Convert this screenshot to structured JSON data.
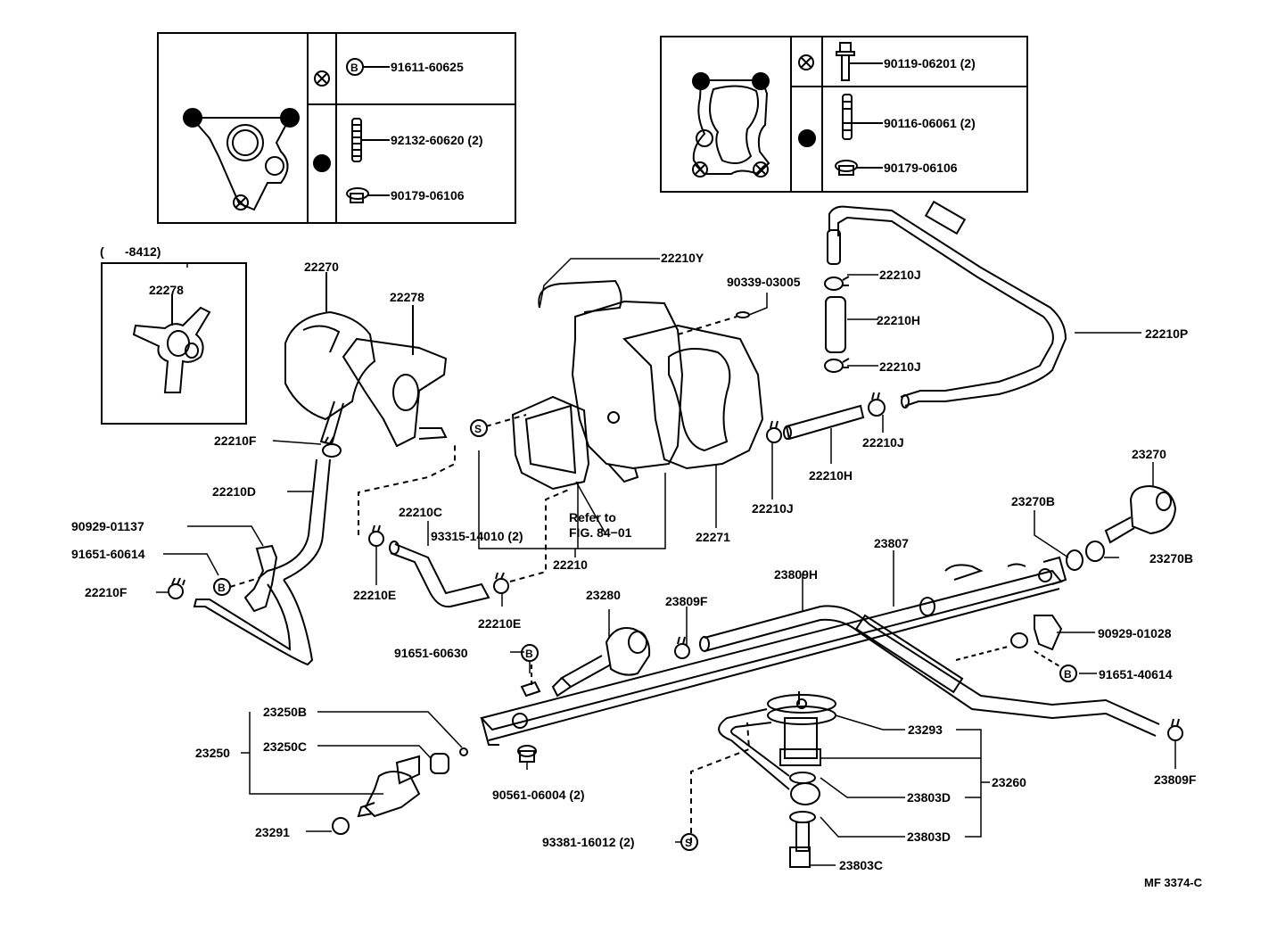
{
  "diagram": {
    "title_code": "MF 3374-C",
    "colors": {
      "ink": "#000000",
      "background": "#ffffff"
    },
    "inset_left": {
      "symbols": [
        "cross-circle",
        "filled-dot"
      ],
      "rows": [
        {
          "symbol": "cross-circle",
          "parts": [
            {
              "badge": "B",
              "number": "91611-60625"
            }
          ]
        },
        {
          "symbol": "filled-dot",
          "parts": [
            {
              "icon": "stud-bolt",
              "number": "92132-60620 (2)"
            },
            {
              "icon": "nut",
              "number": "90179-06106"
            }
          ]
        }
      ]
    },
    "inset_right": {
      "rows": [
        {
          "symbol": "cross-circle",
          "parts": [
            {
              "icon": "flange-bolt",
              "number": "90119-06201 (2)"
            }
          ]
        },
        {
          "symbol": "filled-dot",
          "parts": [
            {
              "icon": "stud-bolt",
              "number": "90116-06061 (2)"
            },
            {
              "icon": "nut",
              "number": "90179-06106"
            }
          ]
        }
      ]
    },
    "inset_date": {
      "range": "(      -8412)",
      "part": "22278"
    },
    "labels": {
      "p22270": "22270",
      "p22278": "22278",
      "p22210Y": "22210Y",
      "p90339": "90339-03005",
      "p22210J_a": "22210J",
      "p22210H_a": "22210H",
      "p22210J_b": "22210J",
      "p22210P": "22210P",
      "p22210J_c": "22210J",
      "p22210H_b": "22210H",
      "p22210J_d": "22210J",
      "p22271": "22271",
      "p22210F_a": "22210F",
      "p22210D": "22210D",
      "p90929_01137": "90929-01137",
      "p91651_60614": "91651-60614",
      "p22210F_b": "22210F",
      "p22210C": "22210C",
      "p22210E_a": "22210E",
      "p22210E_b": "22210E",
      "p93315": "93315-14010 (2)",
      "refer_note": "Refer to\nFIG. 84−01",
      "p22210": "22210",
      "p23270": "23270",
      "p23270B_a": "23270B",
      "p23270B_b": "23270B",
      "p23807": "23807",
      "p23809H": "23809H",
      "p23280": "23280",
      "p23809F_a": "23809F",
      "p90929_01028": "90929-01028",
      "p91651_40614": "91651-40614",
      "p91651_60630": "91651-60630",
      "p23250B": "23250B",
      "p23250C": "23250C",
      "p23250": "23250",
      "p23291": "23291",
      "p90561": "90561-06004 (2)",
      "p93381": "93381-16012 (2)",
      "p23293": "23293",
      "p23260": "23260",
      "p23803D_a": "23803D",
      "p23803D_b": "23803D",
      "p23803C": "23803C",
      "p23809F_b": "23809F"
    },
    "badges": {
      "bolt": "B",
      "screw": "S"
    }
  }
}
